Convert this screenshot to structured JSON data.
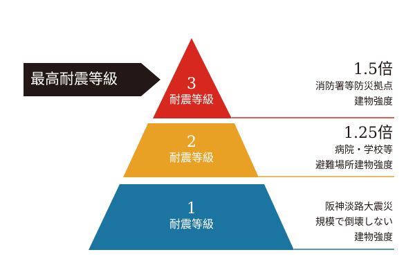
{
  "badge": {
    "label": "最高耐震等級"
  },
  "levels": [
    {
      "number": "3",
      "label": "耐震等級",
      "multiplier": "1.5倍",
      "desc": [
        "消防署等防災拠点",
        "建物強度"
      ],
      "color": "#d6281e"
    },
    {
      "number": "2",
      "label": "耐震等級",
      "multiplier": "1.25倍",
      "desc": [
        "病院・学校等",
        "避難場所建物強度"
      ],
      "color": "#e8a125"
    },
    {
      "number": "1",
      "label": "耐震等級",
      "desc": [
        "阪神淡路大震災",
        "規模で倒壊しない",
        "建物強度"
      ],
      "color": "#1c75a1"
    }
  ],
  "badge_color": "#231815"
}
